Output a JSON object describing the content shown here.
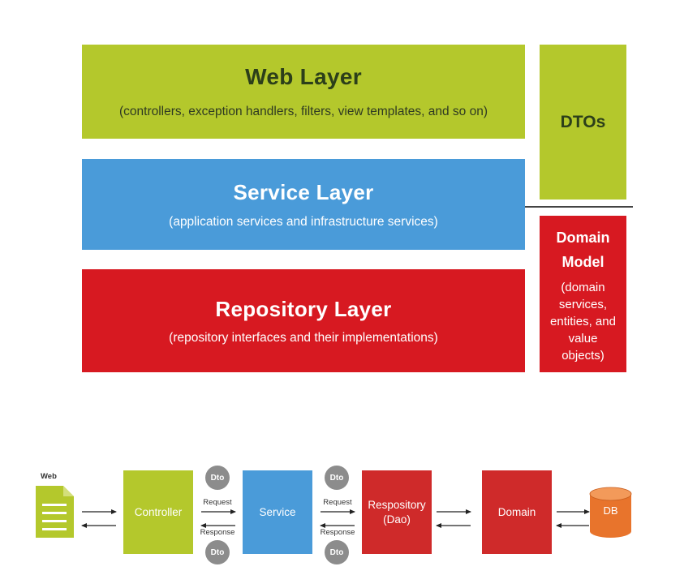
{
  "layers": {
    "web": {
      "title": "Web Layer",
      "subtitle": "(controllers, exception handlers, filters, view templates, and so on)",
      "color": "#b4c82c"
    },
    "service": {
      "title": "Service Layer",
      "subtitle": "(application services and infrastructure services)",
      "color": "#4a9bd9"
    },
    "repository": {
      "title": "Repository Layer",
      "subtitle": "(repository interfaces and their implementations)",
      "color": "#d71921"
    },
    "dtos": {
      "title": "DTOs"
    },
    "domain_model": {
      "title_line1": "Domain",
      "title_line2": "Model",
      "desc_lines": [
        "(domain",
        "services,",
        "entities, and",
        "value",
        "objects)"
      ]
    }
  },
  "flow": {
    "web_label": "Web",
    "web_icon": "document-icon",
    "controller": "Controller",
    "service": "Service",
    "repository_line1": "Respository",
    "repository_line2": "(Dao)",
    "domain": "Domain",
    "db": "DB",
    "db_color": "#e8742c",
    "dto": "Dto",
    "request": "Request",
    "response": "Response"
  }
}
